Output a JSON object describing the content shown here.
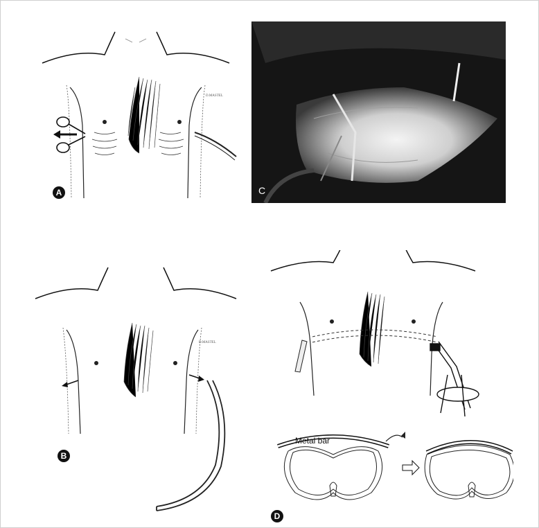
{
  "figure": {
    "panels": [
      {
        "id": "A",
        "label": "A"
      },
      {
        "id": "B",
        "label": "B"
      },
      {
        "id": "C",
        "label": "C"
      },
      {
        "id": "D",
        "label": "D"
      }
    ],
    "callouts": {
      "metal_bar": "Metal bar"
    }
  }
}
